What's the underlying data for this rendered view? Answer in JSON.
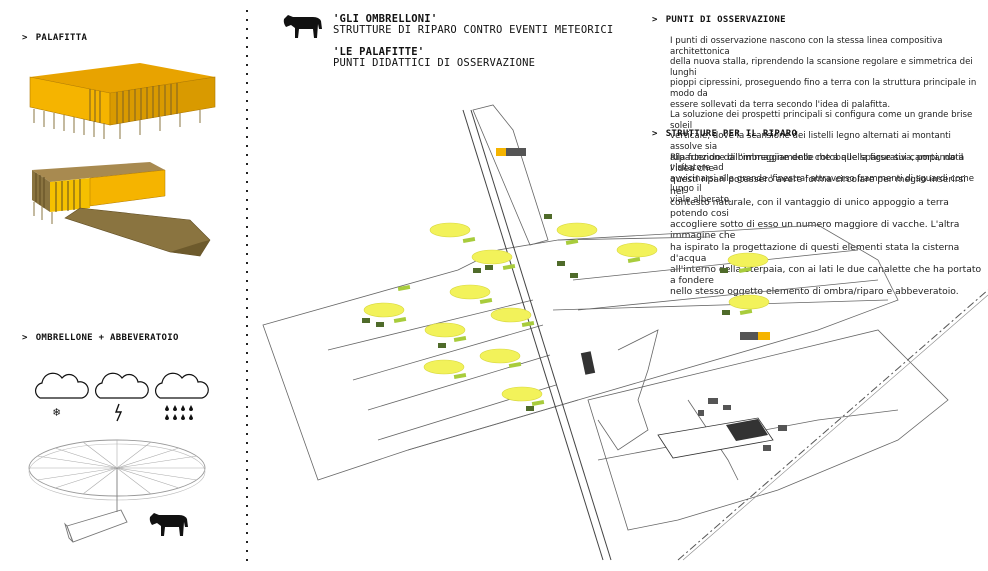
{
  "left": {
    "palafitta_heading": "PALAFITTA",
    "ombrellone_heading": "OMBRELLONE + ABBEVERATOIO",
    "weather_icons": [
      "snow-icon",
      "lightning-icon",
      "rain-icon"
    ]
  },
  "titles": {
    "ombrelloni_title": "'GLI OMBRELLONI'",
    "ombrelloni_subtitle": "STRUTTURE DI RIPARO CONTRO EVENTI METEORICI",
    "palafitte_title": "'LE PALAFITTE'",
    "palafitte_subtitle": "PUNTI DIDATTICI DI OSSERVAZIONE"
  },
  "right": {
    "observation_heading": "PUNTI DI OSSERVAZIONE",
    "observation_text": [
      "I punti di osservazione nascono con la stessa linea compositiva architettonica",
      "della nuova stalla, riprendendo la scansione regolare e simmetrica dei lunghi",
      "pioppi cipressini, proseguendo fino a terra con la struttura principale in modo da",
      "essere sollevati da terra secondo l'idea di palafitta.",
      "La soluzione dei prospetti principali si configura come un grande brise soleil",
      "verticale, dove la scansione dei listelli legno alternati ai montanti assolve sia",
      "alla funzione di ombreggiamento che a quella figurativa, portando il visitatore ad",
      "avvicinarsi alla grande 'finestra' attraverso frammenti di sguardi come lungo il",
      "viale alberato."
    ],
    "shelter_heading": "STRUTTURE PER IL RIPARO",
    "shelter_text": [
      "Ripartendo dall'immagine delle rotoballe sparse sui campi,   nata l'idea che",
      "questi ripari potessero avere forma circolare per meglio inserirsi nel",
      "contesto naturale, con il vantaggio di unico appoggio a terra potendo cosi",
      "accogliere sotto di esso un numero maggiore di vacche. L'altra immagine che",
      "ha ispirato la progettazione di questi elementi   stata la cisterna d'acqua",
      "all'interno della Sterpaia, con ai lati le due canalette che ha portato a fondere",
      "nello stesso oggetto elemento di ombra/riparo e abbeveratoio."
    ]
  },
  "colors": {
    "accent_yellow": "#f2f25a",
    "structure_orange": "#f5b400",
    "wood": "#8a7440",
    "trough_green": "#a8cc3c",
    "cow_green": "#4f6b2a"
  }
}
